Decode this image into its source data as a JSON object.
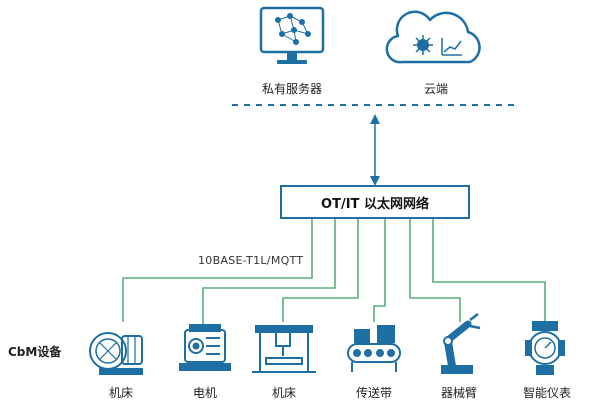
{
  "top": {
    "server_label": "私有服务器",
    "cloud_label": "云端"
  },
  "network": {
    "box_label": "OT/IT 以太网网络",
    "protocol_label": "10BASE-T1L/MQTT"
  },
  "devices": {
    "group_label": "CbM设备",
    "items": [
      "机床",
      "电机",
      "机床",
      "传送带",
      "器械臂",
      "智能仪表"
    ]
  },
  "colors": {
    "line_green": "#5aad7a",
    "line_blue": "#1e6fa3",
    "icon_blue": "#1e6fa3",
    "dash": "#1e6fa3"
  }
}
